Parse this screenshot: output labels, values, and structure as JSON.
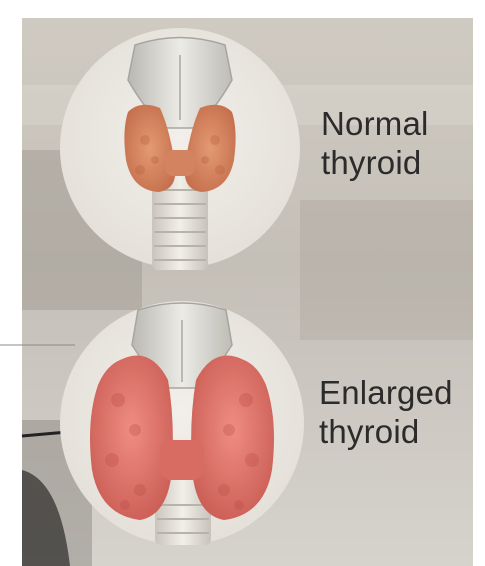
{
  "labels": {
    "normal_line1": "Normal",
    "normal_line2": "thyroid",
    "enlarged_line1": "Enlarged",
    "enlarged_line2": "thyroid"
  },
  "colors": {
    "page_background": "#ffffff",
    "backdrop": "#c9c5bd",
    "circle_fill": "#ece9e3",
    "cartilage": "#d9d8d2",
    "trachea": "#e6e3dc",
    "normal_thyroid": "#d9865f",
    "enlarged_thyroid": "#e2756c",
    "label_text": "#2b2b2b"
  }
}
